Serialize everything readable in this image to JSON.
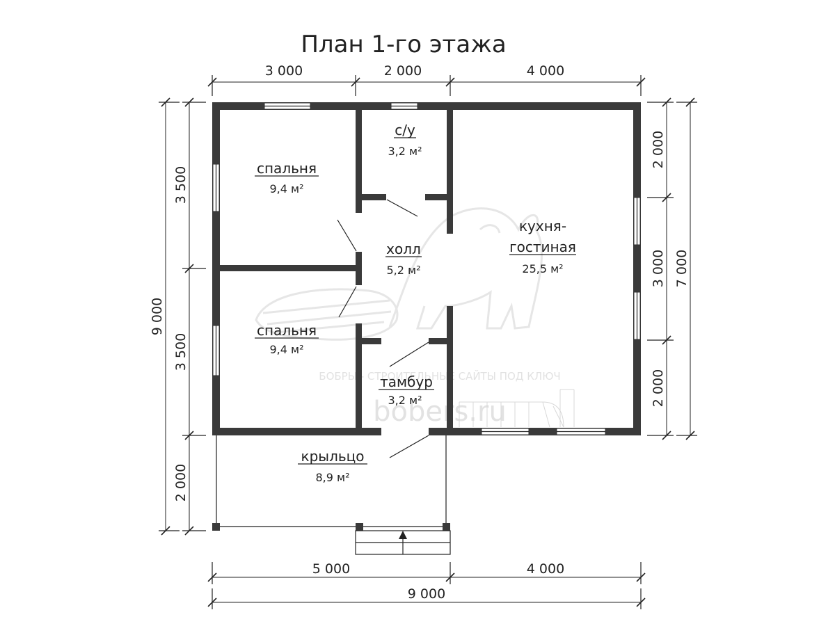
{
  "title": "План 1-го этажа",
  "dimensions": {
    "top": [
      "3 000",
      "2 000",
      "4 000"
    ],
    "bottom": [
      "5 000",
      "4 000"
    ],
    "bottom_total": "9 000",
    "left": [
      "3 500",
      "3 500",
      "2 000"
    ],
    "left_total": "9 000",
    "right": [
      "2 000",
      "3 000",
      "2 000"
    ],
    "right_total": "7 000"
  },
  "rooms": {
    "bedroom_top": {
      "name": "спальня",
      "area": "9,4 м²"
    },
    "bathroom": {
      "name": "с/у",
      "area": "3,2 м²"
    },
    "kitchen_living_line1": "кухня-",
    "kitchen_living_line2": "гостиная",
    "kitchen_living_area": "25,5 м²",
    "hall": {
      "name": "холл",
      "area": "5,2 м²"
    },
    "bedroom_bottom": {
      "name": "спальня",
      "area": "9,4 м²"
    },
    "vestibule": {
      "name": "тамбур",
      "area": "3,2 м²"
    },
    "porch": {
      "name": "крыльцо",
      "area": "8,9 м²"
    }
  },
  "watermark": {
    "tagline": "БОБРЫ - СТРОИТЕЛЬНЫЕ САЙТЫ ПОД КЛЮЧ",
    "site": "bobers.ru"
  },
  "colors": {
    "wall": "#3a3a3a",
    "line": "#222222",
    "watermark": "#e2e2e2"
  }
}
